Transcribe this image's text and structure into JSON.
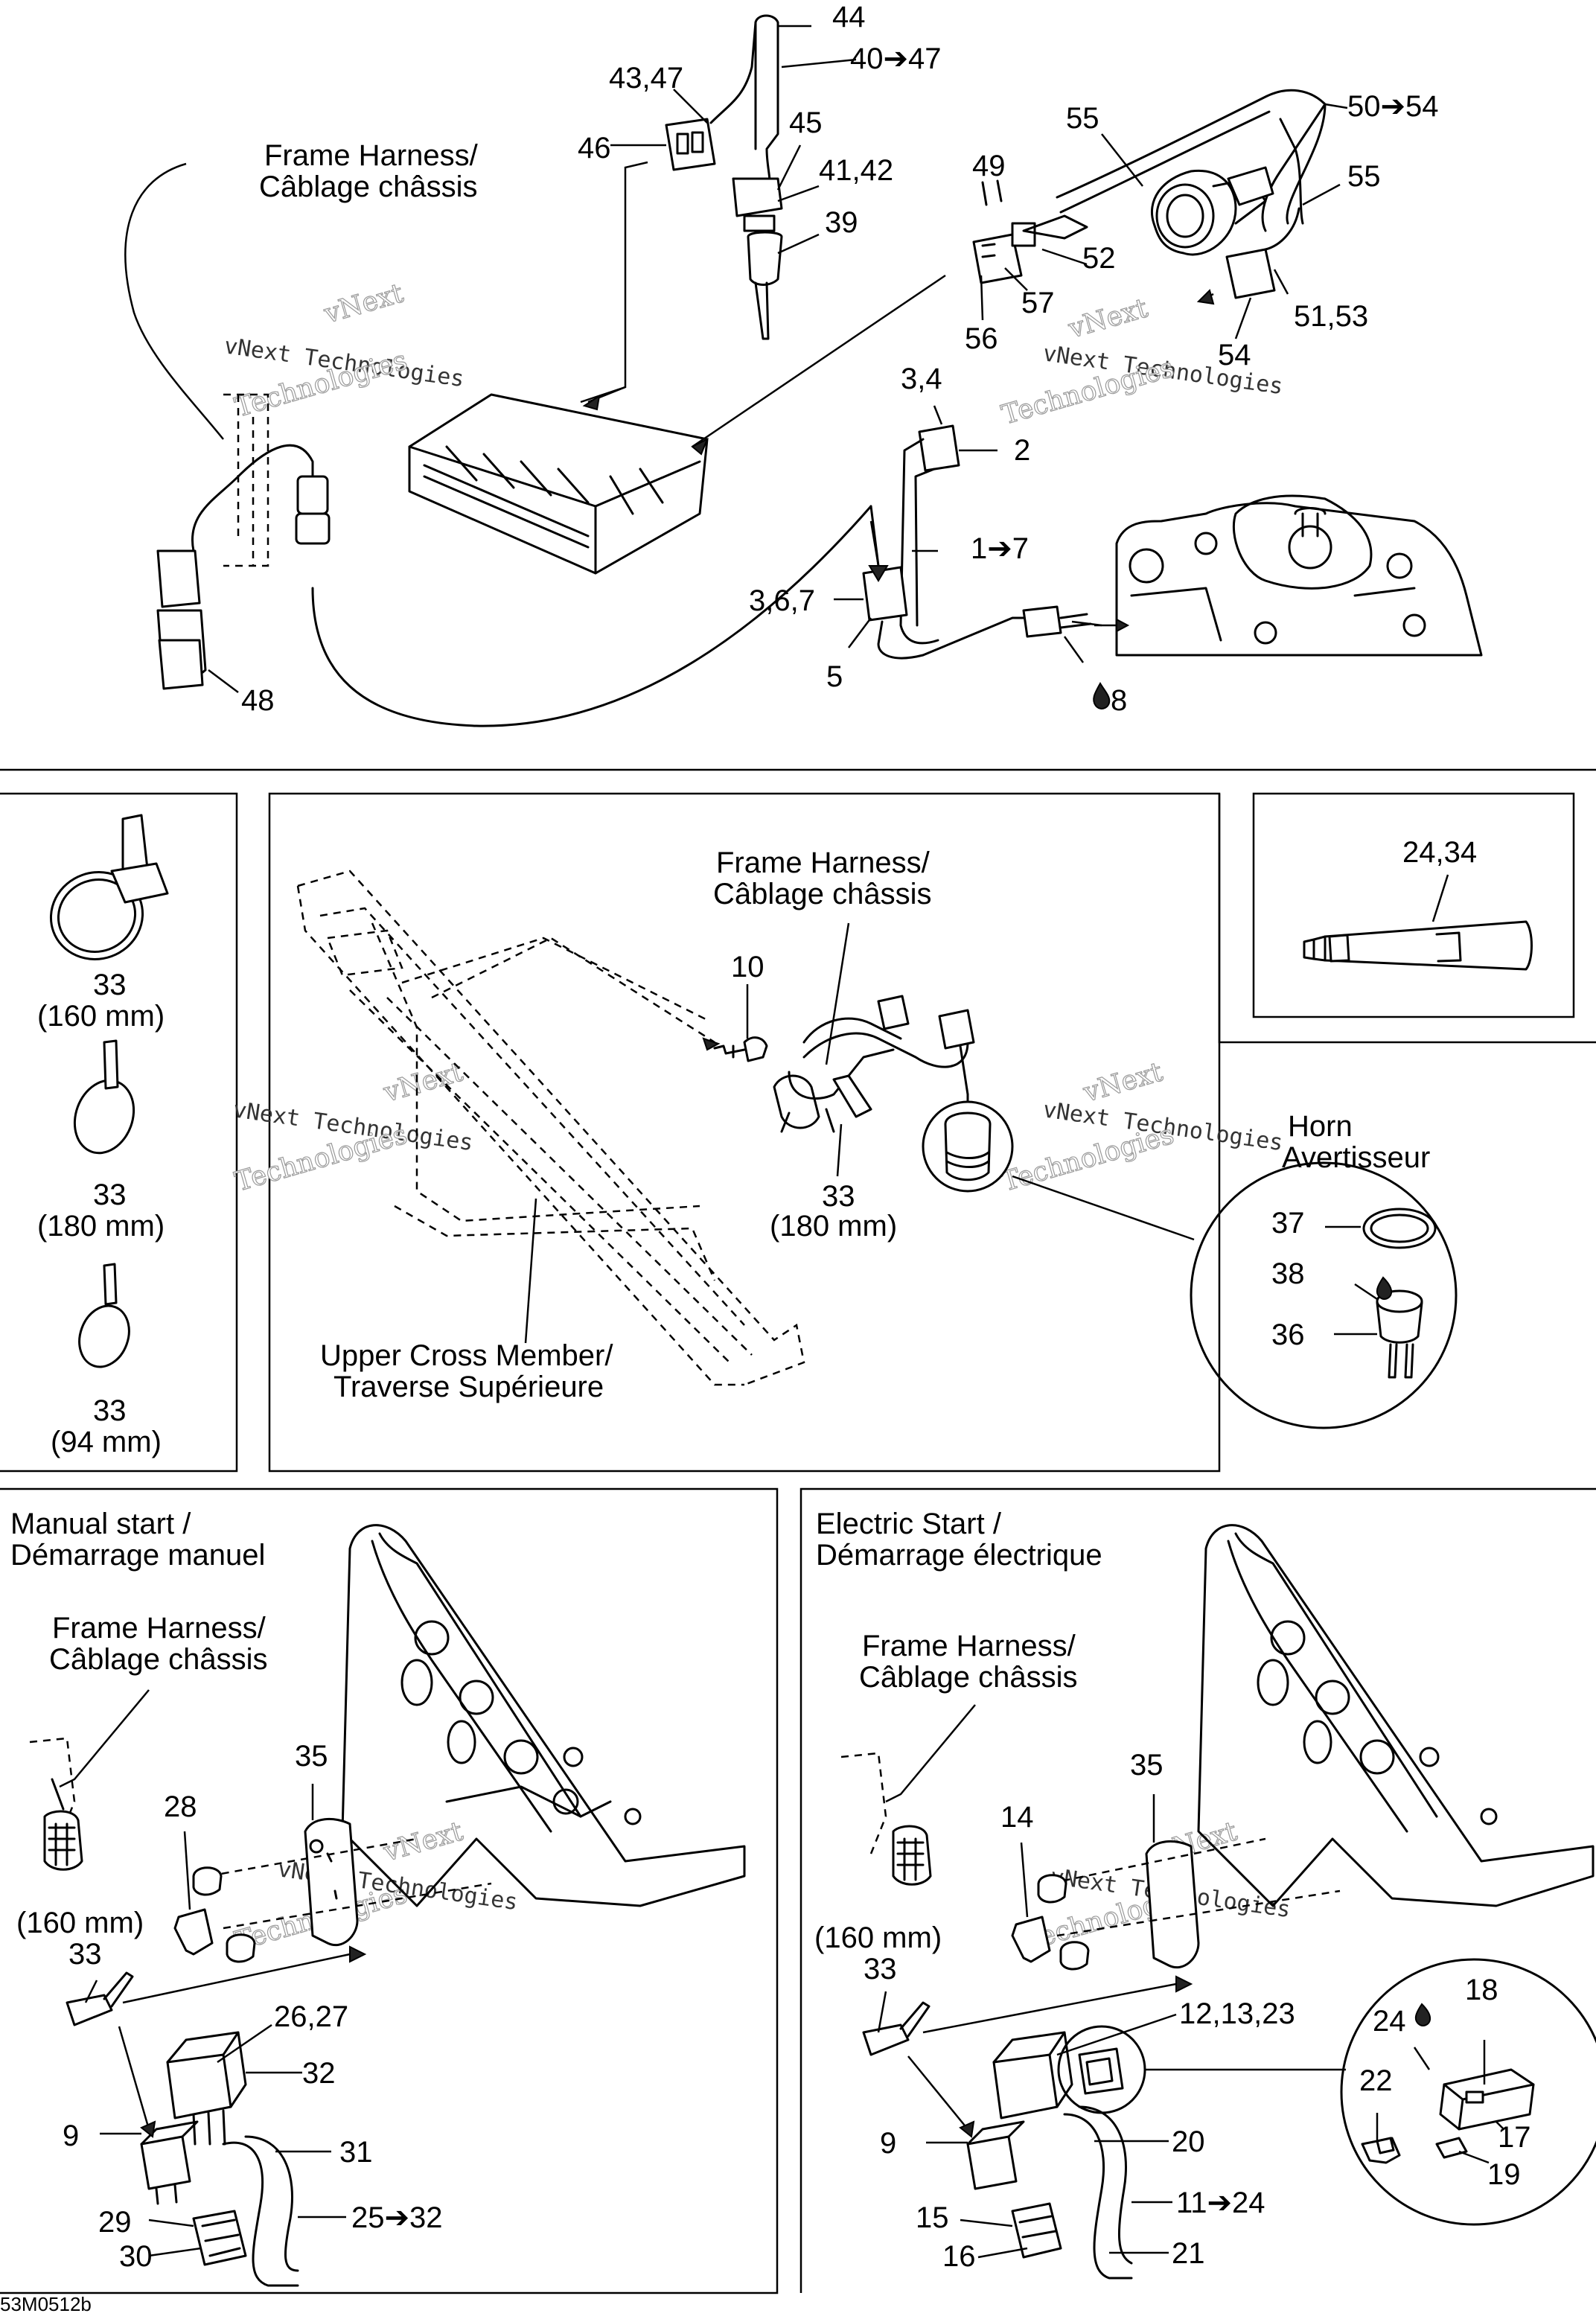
{
  "diagram_code": "53M0512b",
  "watermark": {
    "line1": "vNext",
    "line2": "Technologies",
    "line3": "vNext Technologies"
  },
  "labels": {
    "frame_harness": [
      "Frame Harness/",
      "Câblage châssis"
    ],
    "upper_cross_member": [
      "Upper Cross Member/",
      "Traverse Supérieure"
    ],
    "horn": [
      "Horn",
      "Avertisseur"
    ],
    "manual_start": [
      "Manual start /",
      "Démarrage manuel"
    ],
    "electric_start": [
      "Electric Start /",
      "Démarrage électrique"
    ]
  },
  "callouts_top": {
    "p44": "44",
    "p40_47": "40➔47",
    "p43_47": "43,47",
    "p45": "45",
    "p46": "46",
    "p41_42": "41,42",
    "p39": "39",
    "p55a": "55",
    "p50_54": "50➔54",
    "p55b": "55",
    "p49": "49",
    "p52": "52",
    "p57": "57",
    "p56": "56",
    "p51_53": "51,53",
    "p54": "54",
    "p3_4": "3,4",
    "p2": "2",
    "p1_7": "1➔7",
    "p3_6_7": "3,6,7",
    "p5": "5",
    "p8": "8",
    "p48": "48"
  },
  "ties": [
    {
      "num": "33",
      "size": "(160 mm)"
    },
    {
      "num": "33",
      "size": "(180 mm)"
    },
    {
      "num": "33",
      "size": "(94 mm)"
    }
  ],
  "callouts_middle": {
    "p10": "10",
    "p33": "33",
    "p33_size": "(180 mm)",
    "p24_34": "24,34",
    "p37": "37",
    "p38": "38",
    "p36": "36"
  },
  "callouts_manual": {
    "p35": "35",
    "p28": "28",
    "p160": "(160 mm)",
    "p33": "33",
    "p26_27": "26,27",
    "p32": "32",
    "p9": "9",
    "p31": "31",
    "p29": "29",
    "p30": "30",
    "p25_32": "25➔32"
  },
  "callouts_electric": {
    "p35": "35",
    "p14": "14",
    "p160": "(160 mm)",
    "p33": "33",
    "p12_13_23": "12,13,23",
    "p18": "18",
    "p24": "24",
    "p22": "22",
    "p17": "17",
    "p19": "19",
    "p9": "9",
    "p20": "20",
    "p15": "15",
    "p11_24": "11➔24",
    "p16": "16",
    "p21": "21"
  }
}
